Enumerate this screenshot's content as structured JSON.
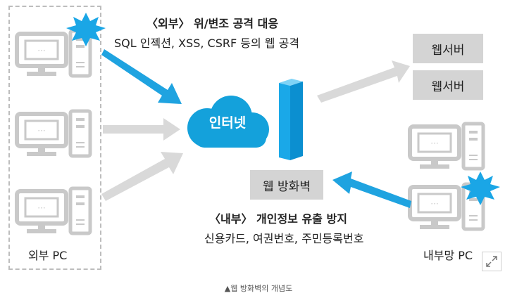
{
  "top_note": {
    "heading": "〈외부〉 위/변조 공격 대응",
    "detail": "SQL 인젝션, XSS, CSRF 등의 웹 공격"
  },
  "bottom_note": {
    "heading": "〈내부〉 개인정보 유출 방지",
    "detail": "신용카드, 여권번호, 주민등록번호"
  },
  "external_label": "외부 PC",
  "internal_label": "내부망 PC",
  "cloud_label": "인터넷",
  "firewall_label": "웹 방화벽",
  "servers": [
    "웹서버",
    "웹서버"
  ],
  "caption": "▲웹 방화벽의 개념도",
  "colors": {
    "attack": "#1fa3e0",
    "flow": "#d9d9d9",
    "cloud": "#14a1db",
    "starburst": "#1aa6e6",
    "pc": "#c9c9c9"
  },
  "icons": {
    "expand": "expand-icon"
  }
}
